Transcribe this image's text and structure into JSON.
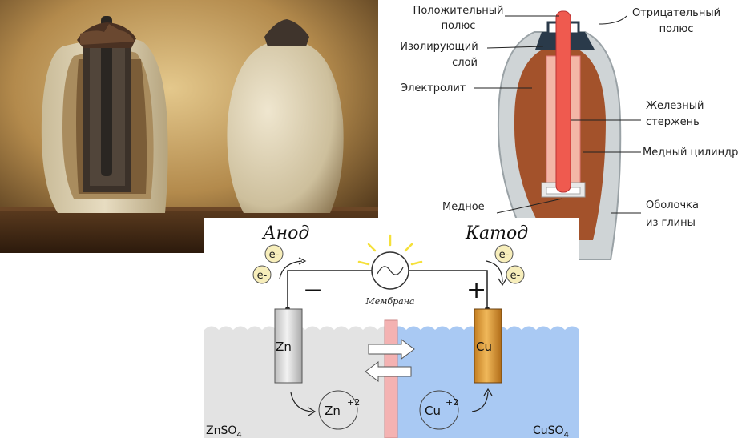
{
  "jar_diagram": {
    "labels": {
      "positive_pole": [
        "Положительный",
        "полюс"
      ],
      "negative_pole": [
        "Отрицательный",
        "полюс"
      ],
      "insulating_layer": [
        "Изолирующий",
        "слой"
      ],
      "electrolyte": "Электролит",
      "iron_rod": [
        "Железный",
        "стержень"
      ],
      "copper_cylinder": "Медный цилиндр",
      "copper": "Медное",
      "clay_shell": [
        "Оболочка",
        "из глины"
      ]
    }
  },
  "cell_diagram": {
    "anode": "Анод",
    "cathode": "Катод",
    "electron": "e-",
    "minus": "−",
    "plus": "+",
    "membrane": "Мембрана",
    "zn_electrode": "Zn",
    "cu_electrode": "Cu",
    "zn_ion": "Zn",
    "zn_charge": "+2",
    "cu_ion": "Cu",
    "cu_charge": "+2",
    "zn_solution": "ZnSO",
    "zn_solution_sub": "4",
    "cu_solution": "CuSO",
    "cu_solution_sub": "4",
    "colors": {
      "zn_solution": "#e3e3e3",
      "cu_solution": "#a9c9f3",
      "membrane": "#f4b2b2",
      "zn": "#cfcfcf",
      "cu": "#d79a3b",
      "electron": "#f7eebb"
    }
  }
}
